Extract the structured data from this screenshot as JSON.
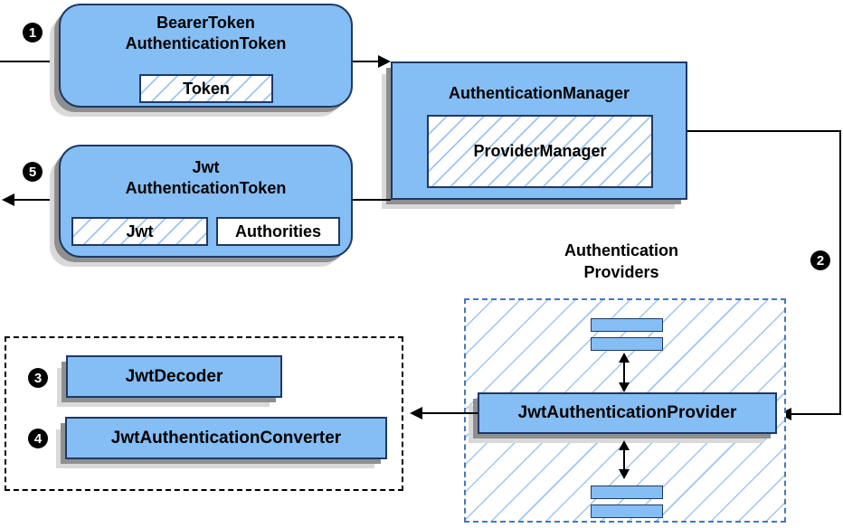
{
  "colors": {
    "node_fill": "#85BEF4",
    "node_border": "#1F3864",
    "hatch_line": "#9EC6F0",
    "providers_dash_border": "#4878B8",
    "decoder_dash_border": "#000000",
    "shadow_dark": "#8F8F8F",
    "shadow_light": "#D9D9D9",
    "arrow": "#000000",
    "badge_bg": "#000000",
    "badge_text": "#FFFFFF",
    "background": "#FFFFFF"
  },
  "badges": {
    "step1": "1",
    "step2": "2",
    "step3": "3",
    "step4": "4",
    "step5": "5"
  },
  "nodes": {
    "bearer_token": {
      "line1": "BearerToken",
      "line2": "AuthenticationToken",
      "child": "Token"
    },
    "authentication_manager": {
      "title": "AuthenticationManager",
      "child": "ProviderManager"
    },
    "jwt_token": {
      "line1": "Jwt",
      "line2": "AuthenticationToken",
      "child1": "Jwt",
      "child2": "Authorities"
    },
    "providers_group": {
      "label1": "Authentication",
      "label2": "Providers",
      "provider": "JwtAuthenticationProvider"
    },
    "resolvers": {
      "decoder": "JwtDecoder",
      "converter": "JwtAuthenticationConverter"
    }
  }
}
